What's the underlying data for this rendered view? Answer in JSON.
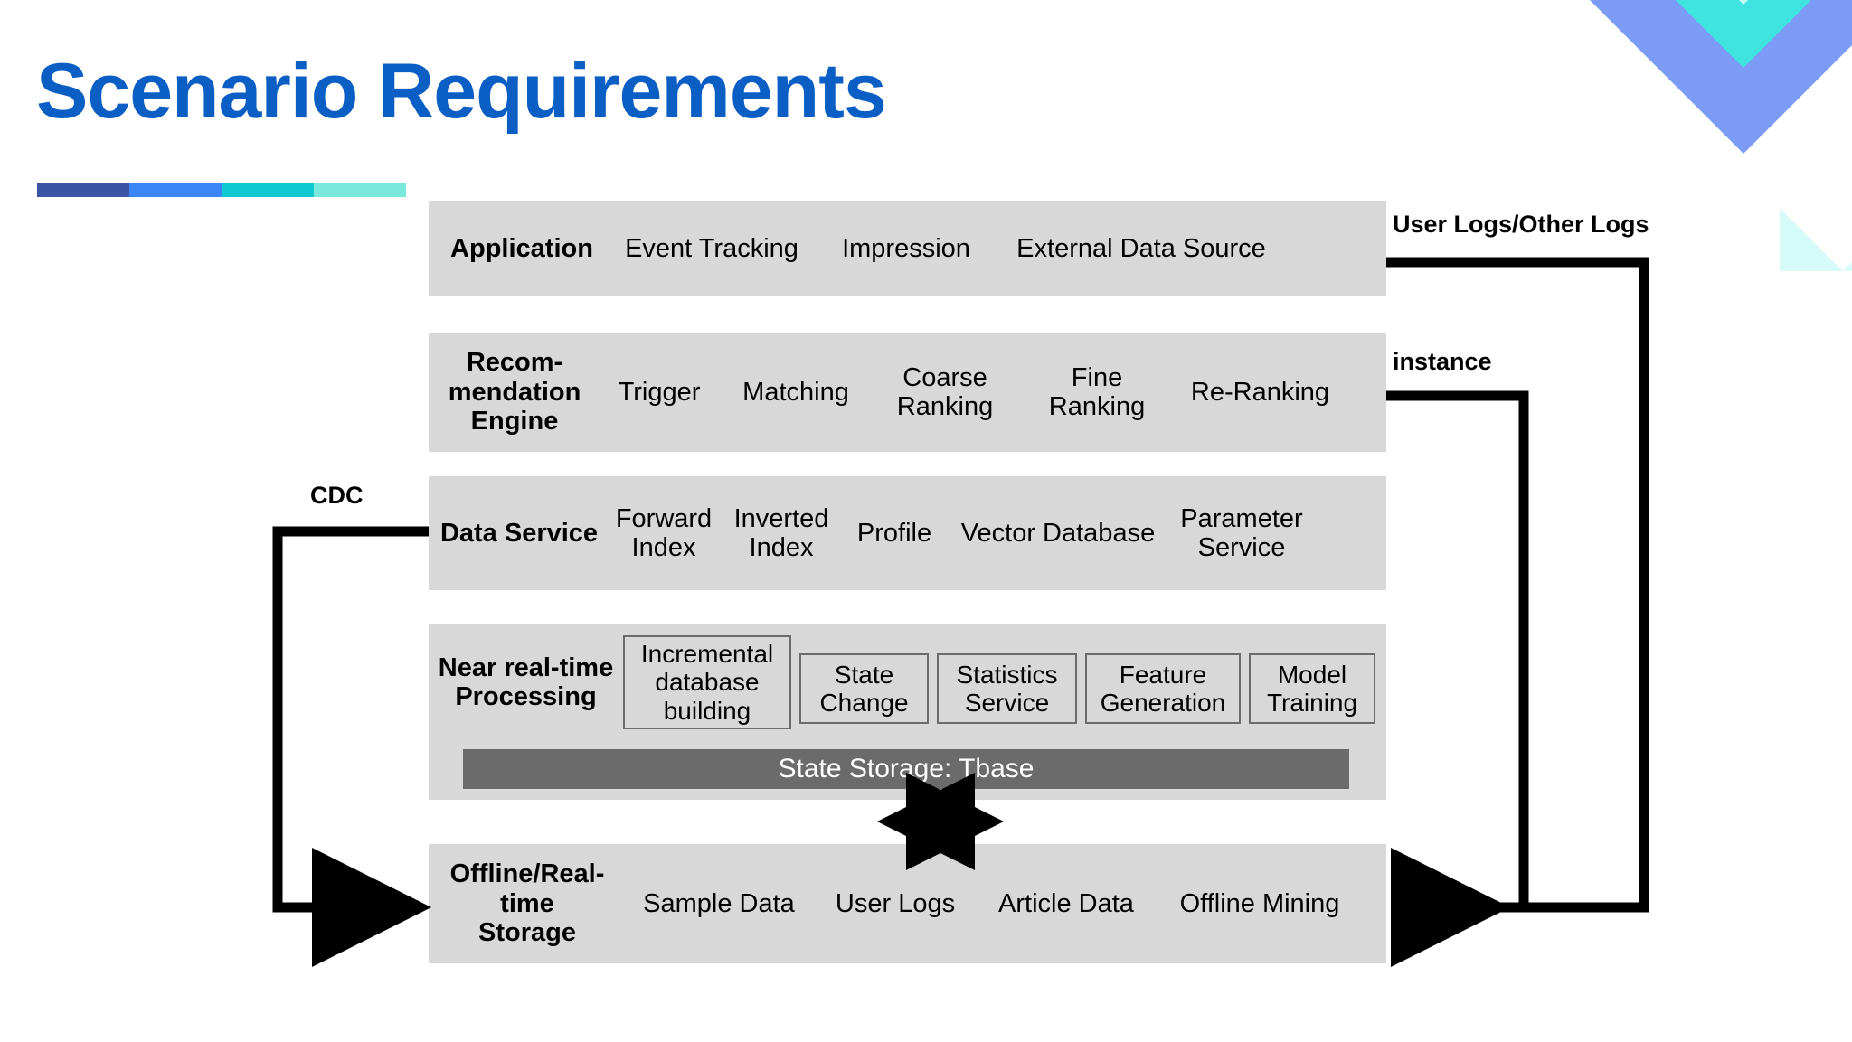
{
  "slide": {
    "title": "Scenario Requirements",
    "title_color": "#0B5FC4",
    "background": "#FFFFFF",
    "accent_bar_colors": [
      "#3B53A4",
      "#3B86F7",
      "#0FC9D2",
      "#79E8DD"
    ],
    "decoration_colors": [
      "#7B9BF5",
      "#3FE3E0",
      "#C5FAF6",
      "#D6FBF8"
    ]
  },
  "diagram": {
    "band_fill": "#D8D8D8",
    "box_border": "#6B6B6B",
    "storage_bar_fill": "#6B6B6B",
    "rows": [
      {
        "id": "application",
        "title": "Application",
        "items": [
          "Event Tracking",
          "Impression",
          "External Data Source"
        ]
      },
      {
        "id": "recommendation-engine",
        "title": "Recom-\nmendation\nEngine",
        "title_lines": [
          "Recom-",
          "mendation",
          "Engine"
        ],
        "items": [
          "Trigger",
          "Matching",
          "Coarse\nRanking",
          "Fine\nRanking",
          "Re-Ranking"
        ],
        "items_lines": [
          [
            "Trigger"
          ],
          [
            "Matching"
          ],
          [
            "Coarse",
            "Ranking"
          ],
          [
            "Fine",
            "Ranking"
          ],
          [
            "Re-Ranking"
          ]
        ]
      },
      {
        "id": "data-service",
        "title": "Data Service",
        "items": [
          "Forward\nIndex",
          "Inverted\nIndex",
          "Profile",
          "Vector Database",
          "Parameter\nService"
        ],
        "items_lines": [
          [
            "Forward",
            "Index"
          ],
          [
            "Inverted",
            "Index"
          ],
          [
            "Profile"
          ],
          [
            "Vector Database"
          ],
          [
            "Parameter",
            "Service"
          ]
        ]
      },
      {
        "id": "near-real-time-processing",
        "title": "Near real-time\nProcessing",
        "title_lines": [
          "Near real-time",
          "Processing"
        ],
        "boxes": [
          {
            "label": "Incremental\ndatabase\nbuilding",
            "lines": [
              "Incremental",
              "database",
              "building"
            ]
          },
          {
            "label": "State\nChange",
            "lines": [
              "State",
              "Change"
            ]
          },
          {
            "label": "Statistics\nService",
            "lines": [
              "Statistics",
              "Service"
            ]
          },
          {
            "label": "Feature\nGeneration",
            "lines": [
              "Feature",
              "Generation"
            ]
          },
          {
            "label": "Model\nTraining",
            "lines": [
              "Model",
              "Training"
            ]
          }
        ],
        "storage_bar": "State Storage: Tbase"
      },
      {
        "id": "offline-realtime-storage",
        "title": "Offline/Real-time\nStorage",
        "title_lines": [
          "Offline/Real-time",
          "Storage"
        ],
        "items": [
          "Sample Data",
          "User Logs",
          "Article Data",
          "Offline Mining"
        ]
      }
    ],
    "connectors": [
      {
        "id": "cdc",
        "label": "CDC",
        "from": "data-service",
        "to": "offline-realtime-storage",
        "arrow": "right"
      },
      {
        "id": "user-logs-other-logs",
        "label": "User Logs/Other Logs",
        "from": "application",
        "to": "offline-realtime-storage",
        "arrow": "left"
      },
      {
        "id": "instance",
        "label": "instance",
        "from": "recommendation-engine",
        "to": "offline-realtime-storage",
        "arrow": "left"
      },
      {
        "id": "tbase-storage-sync",
        "label": "",
        "from": "near-real-time-processing",
        "to": "offline-realtime-storage",
        "arrow": "both"
      }
    ]
  }
}
